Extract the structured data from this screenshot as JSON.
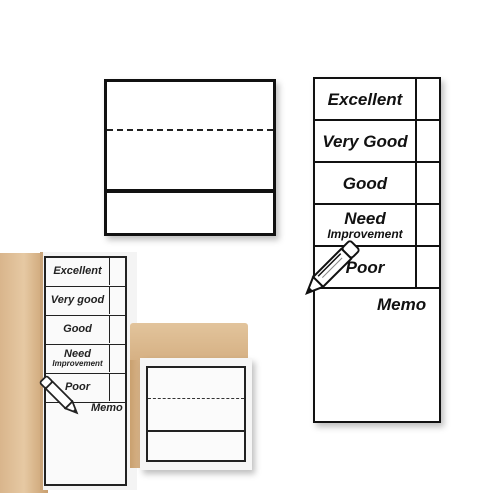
{
  "large_chart": {
    "ratings": [
      {
        "label": "Excellent",
        "sub": ""
      },
      {
        "label": "Very Good",
        "sub": ""
      },
      {
        "label": "Good",
        "sub": ""
      },
      {
        "label": "Need",
        "sub": "Improvement"
      },
      {
        "label": "Poor",
        "sub": ""
      }
    ],
    "memo_label": "Memo"
  },
  "small_chart": {
    "ratings": [
      {
        "label": "Excellent",
        "sub": ""
      },
      {
        "label": "Very good",
        "sub": ""
      },
      {
        "label": "Good",
        "sub": ""
      },
      {
        "label": "Need",
        "sub": "Improvement"
      },
      {
        "label": "Poor",
        "sub": ""
      }
    ],
    "memo_label": "Memo"
  },
  "icons": {
    "pen": "pen-icon"
  }
}
